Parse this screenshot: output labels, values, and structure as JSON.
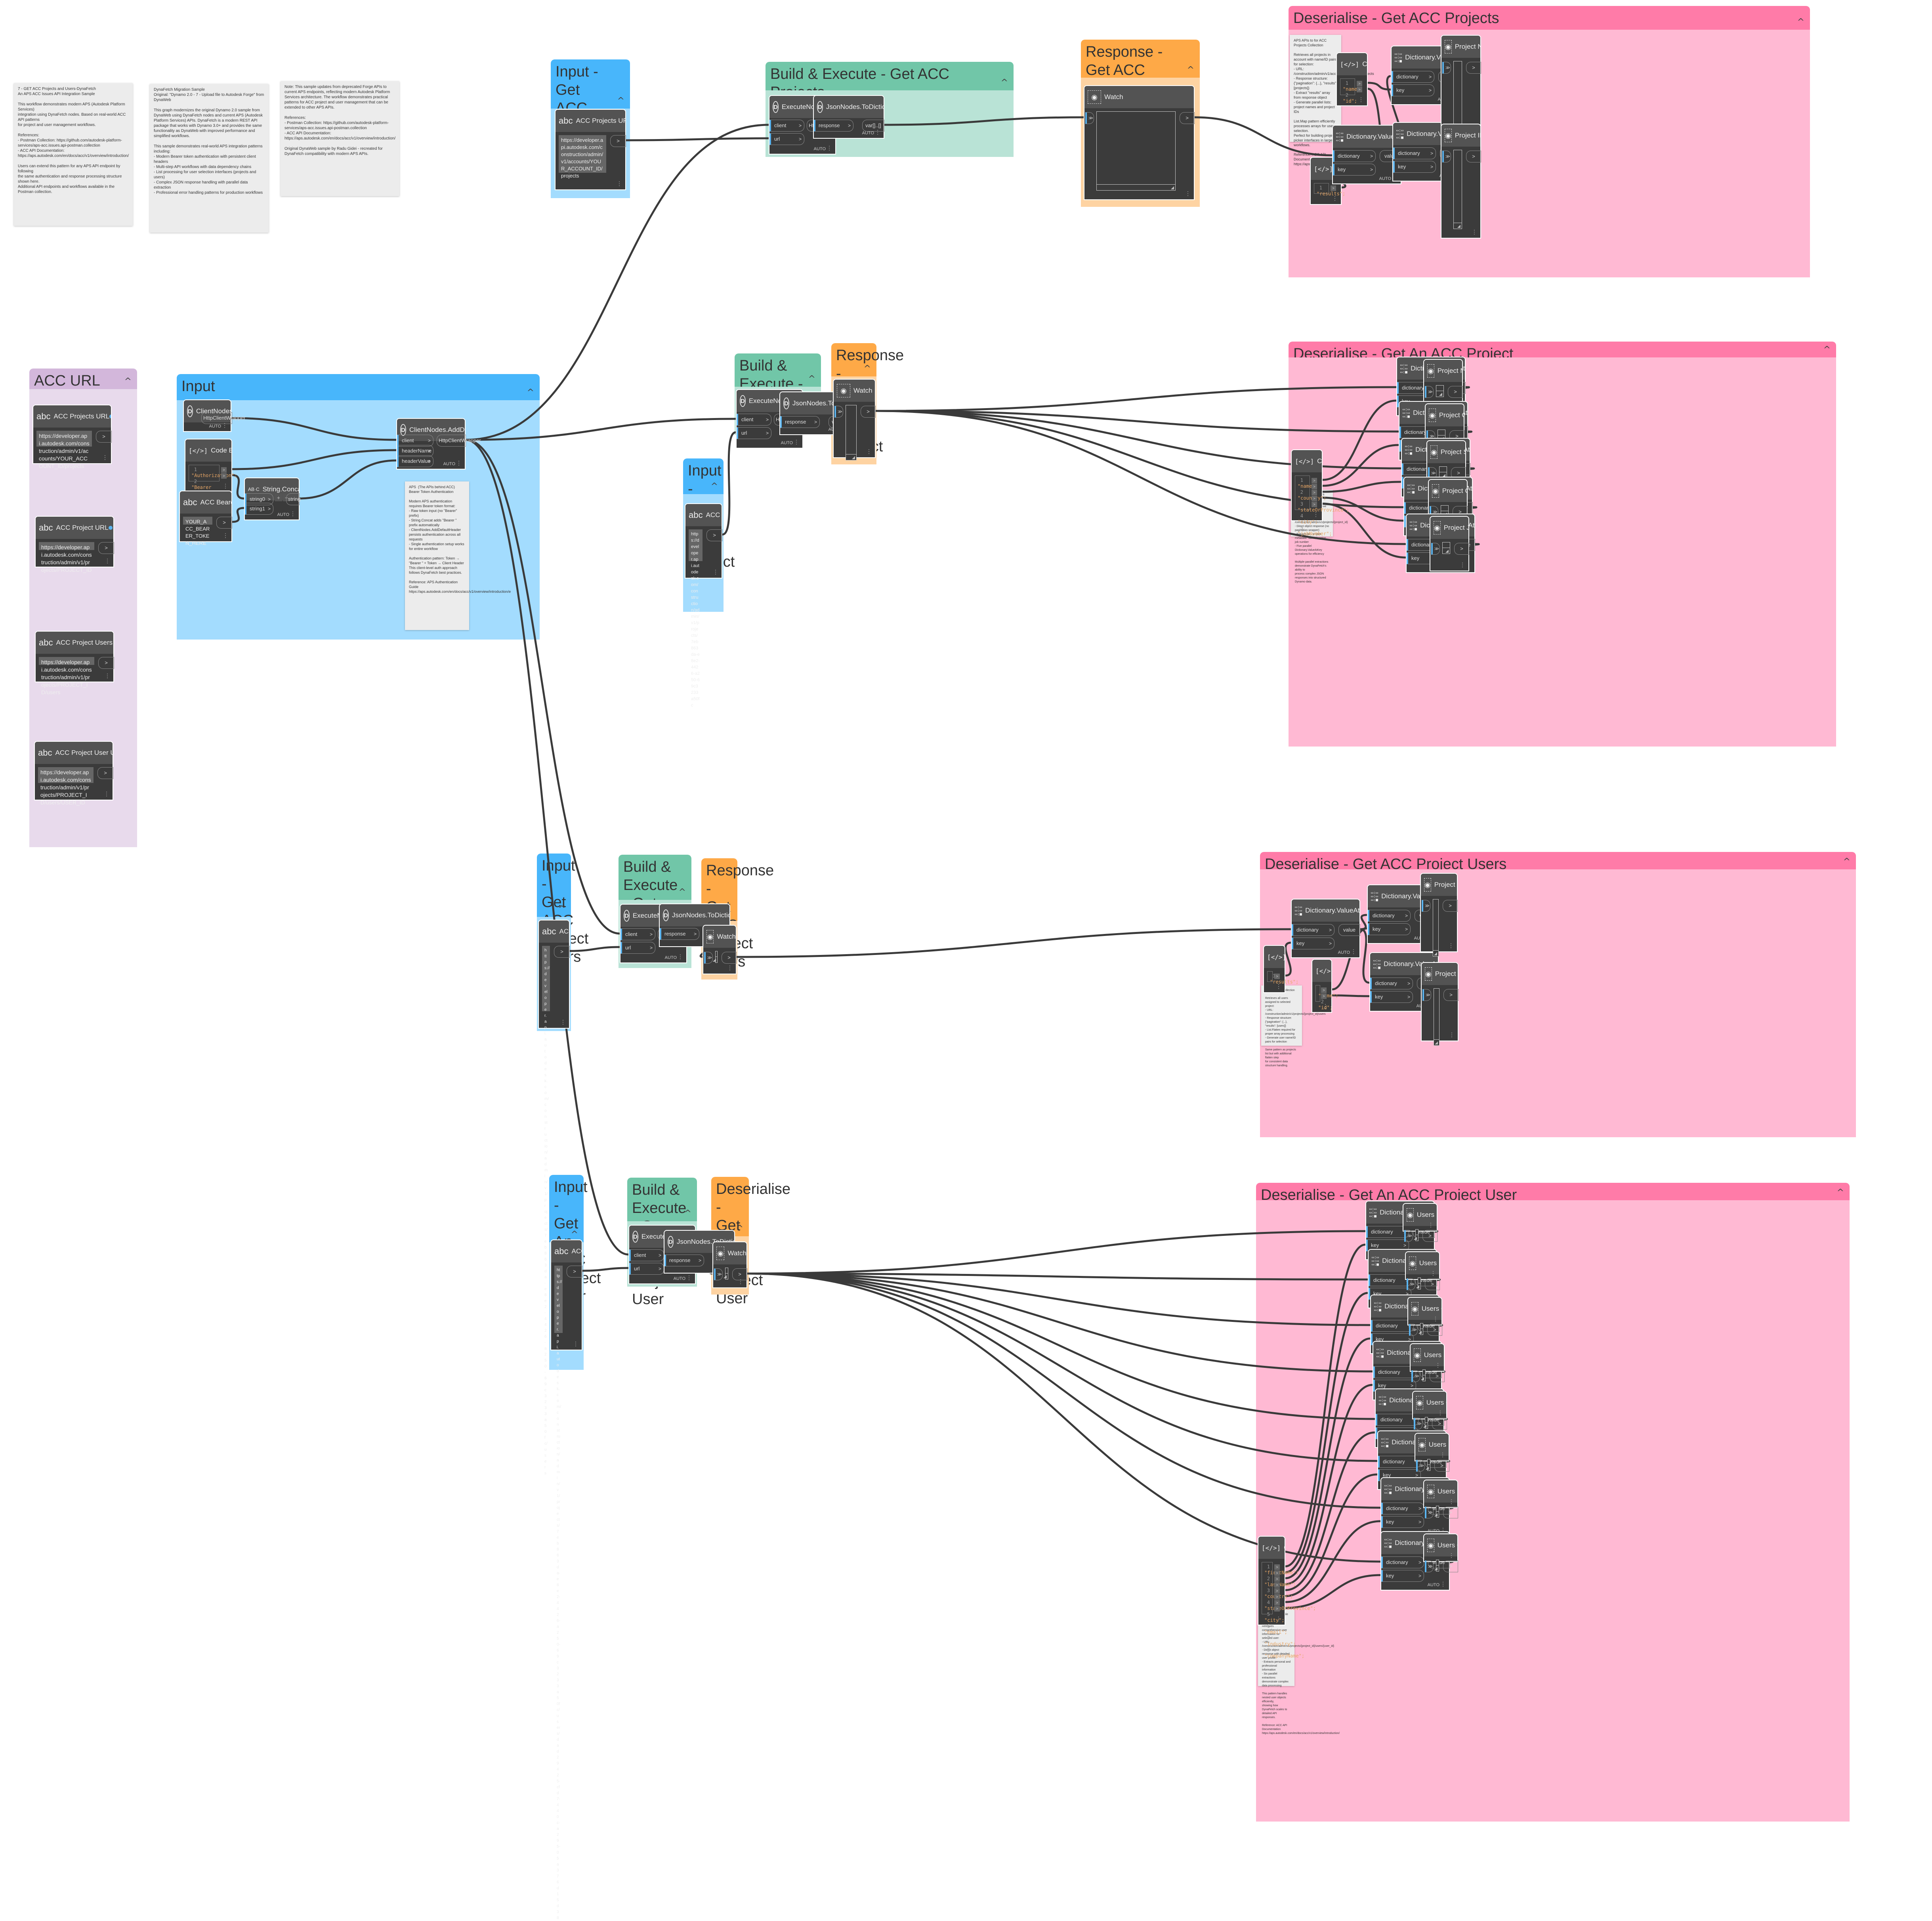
{
  "canvas": {
    "title": "7 - GET ACC Projects and Users-DynaFetch"
  },
  "colors": {
    "group_blue_head": "#48b6fb",
    "group_blue_body": "#a3dcfe",
    "group_green_head": "#71c6a8",
    "group_green_body": "#b9e3d6",
    "group_orange_head": "#fea947",
    "group_orange_body": "#fed3a2",
    "group_pink_head": "#ff7ba8",
    "group_pink_body": "#ffb9d3",
    "group_purple_head": "#d3b7db",
    "group_purple_body": "#e8daec",
    "node_body": "#3b3b3b",
    "node_header": "#535353",
    "port_accent": "#5ab4f0",
    "code_string": "#e8a766",
    "note_bg": "#ececec",
    "wire": "#3a3a3a"
  },
  "notes": {
    "intro": "7 - GET ACC Projects and Users-DynaFetch\nAn APS ACC Issues API Integration Sample\n\nThis workflow demonstrates modern APS (Autodesk Platform Services)\nintegration using DynaFetch nodes. Based on real-world ACC API patterns\nfor project and user management workflows.\n\nReferences:\n- Postman Collection: https://github.com/autodesk-platform-services/aps-acc.issues.api-postman.collection\n- ACC API Documentation: https://aps.autodesk.com/en/docs/acc/v1/overview/introduction/\n\nUsers can extend this pattern for any APS API endpoint by following\nthe same authentication and response processing structure shown here.\nAdditional API endpoints and workflows available in the Postman collection.",
    "migration": "DynaFetch Migration Sample\nOriginal: \"Dynamo 2.0 - 7 - Upload file to Autodesk Forge\" from DynaWeb\n\nThis graph modernizes the original Dynamo 2.0 sample from DynaWeb using DynaFetch nodes and current APS (Autodesk Platform Services) APIs. DynaFetch is a modern REST API package that works with Dynamo 3.0+ and provides the same functionality as DynaWeb with improved performance and simplified workflows.\n\nThis sample demonstrates real-world APS integration patterns including:\n- Modern Bearer token authentication with persistent client headers\n- Multi-step API workflows with data dependency chains\n- List processing for user selection interfaces (projects and users)\n- Complex JSON response handling with parallel data extraction\n- Professional error handling patterns for production workflows",
    "forge_note": "Note: This sample updates from deprecated Forge APIs to current APS endpoints, reflecting modern Autodesk Platform Services architecture. The workflow demonstrates practical patterns for ACC project and user management that can be extended to other APS APIs.\n\nReferences:\n- Postman Collection: https://github.com/autodesk-platform-services/aps-acc.issues.api-postman.collection\n- ACC API Documentation: https://aps.autodesk.com/en/docs/acc/v1/overview/introduction/\n\nOriginal DynaWeb sample by Radu Gidei - recreated for DynaFetch compatibility with modern APS APIs.",
    "auth": "APS  (The APIs behind ACC) Bearer Token Authentication\n\nModern APS authentication requires Bearer token format:\n- Raw token input (no \"Bearer\" prefix)\n- String.Concat adds \"Bearer \" prefix automatically\n- ClientNodes.AddDefaultHeader persists authentication across all requests\n- Single authentication setup works for entire workflow\n\nAuthentication pattern: Token → \"Bearer \" + Token → Client Header\nThis client-level auth approach follows DynaFetch best practices.\n\nReference: APS Authentication Guide\nhttps://aps.autodesk.com/en/docs/acc/v1/overview/introduction/e",
    "projects": "APS APIs to for ACC Projects Collection\n\nRetrieves all projects in account with name/ID pairs for selection:\n- URL: /construction/admin/v1/accounts/{account}/projects\n- Response structure: {\"pagination\": {...}, \"results\": [projects]}\n- Extract \"results\" array from response object\n- Generate parallel lists: project names and project IDs\n\nList.Map pattern efficiently processes arrays for user selection.\nPerfect for building project picker interfaces in larger workflows.\n\nReference: ACC API Documentation\nhttps://aps.autodesk.com/en/docs/acc/v1/overview/introduction/",
    "project": "Selected Project Details Extraction\n\nRetrieves comprehensive project information for selected project:\n- URL: /construction/admin/v1/projects/{project_id}\n- Direct object response (no pagination wrapper)\n- Extracts key project metadata: name, location, job number\n- Five parallel Dictionary.ValueAtKey operations for efficiency\n\nMultiple parallel extractions demonstrate DynaFetch's ability to\nprocess complex JSON responses into structured Dynamo data.",
    "users": "Project Users Collection\n\nRetrieves all users assigned to selected project:\n- URL: /construction/admin/v1/projects/{project_id}/users\n- Response structure: {\"pagination\": {...}, \"results\": [users]}\n- List.Flatten required for proper array processing\n- Generate user name/ID pairs for selection\n\nSame pattern as projects list but with additional flatten step\nfor consistent data structure handling.",
    "user": "Selected User Profile Details\n\nRetrieves comprehensive user information for selected user:\n- URL: /construction/admin/v1/projects/{project_id}/users/{user_id}\n- Direct object response with detailed user profile\n- Extracts personal and professional information\n- Six parallel extractions demonstrate complex data processing\n\nThis pattern handles nested user objects efficiently,\nshowing how DynaFetch scales to detailed API responses.\n\nReference: ACC API Documentation\nhttps://aps.autodesk.com/en/docs/acc/v1/overview/introduction/"
  },
  "groups": {
    "acc_url_calls": "ACC URL Calls",
    "input": "Input",
    "in_projects": "Input - Get ACC Projects",
    "be_projects": "Build & Execute - Get ACC Projects",
    "resp_projects": "Response - Get ACC Projects",
    "des_projects": "Deserialise - Get ACC Projects",
    "in_project": "Input - Get An ACC Project",
    "be_project": "Build & Execute - Get An ACC Project",
    "resp_project": "Response - Get An ACC Project",
    "des_project": "Deserialise - Get An ACC Project",
    "in_users": "Input - Get ACC Project Users",
    "be_users": "Build & Execute - Get ACC Project Users",
    "resp_users": "Response - Get ACC Project Users",
    "des_users": "Deserialise - Get ACC Project Users",
    "in_user": "Input - Get An ACC Project User",
    "be_user": "Build & Execute - Get An ACC Project User",
    "resp_user": "Deserialise - Get An ACC Project User",
    "des_user": "Deserialise - Get An ACC Project User"
  },
  "labels": {
    "auto": "AUTO",
    "client": "client",
    "url": "url",
    "response": "response",
    "httpresponse": "HttpResponse",
    "var": "var[]..[]",
    "dictionary": "dictionary",
    "key": "key",
    "value": "value",
    "headerName": "headerName",
    "headerValue": "headerValue",
    "httpclientwrapper": "HttpClientWrapper",
    "string0": "string0",
    "string1": "string1",
    "string": "string",
    "execute_get": "ExecuteNodes.GET",
    "to_dict": "JsonNodes.ToDictionary",
    "dict_vak": "Dictionary.ValueAtKey",
    "code_block": "Code Block",
    "watch": "Watch",
    "client_create": "ClientNodes.Create",
    "add_header": "ClientNodes.AddDefaultHeader",
    "string_concat": "String.Concat",
    "chev": ">",
    "plus": "+",
    "minus": "−"
  },
  "strings": {
    "acc_projects_url": {
      "title": "ACC Projects URL",
      "value": "https://developer.api.autodesk.com/construction/admin/v1/accounts/YOUR_ACCOUNT_ID/projects"
    },
    "acc_project_url": {
      "title": "ACC Project URL",
      "value": "https://developer.api.autodesk.com/construction/admin/v1/projects/PROJECT_ID"
    },
    "acc_project_users_url": {
      "title": "ACC Project Users URL",
      "value": "https://developer.api.autodesk.com/construction/admin/v1/projects/PROJECT_ID/users"
    },
    "acc_project_user_url": {
      "title": "ACC Project User URL",
      "value": "https://developer.api.autodesk.com/construction/admin/v1/projects/PROJECT_ID/users/USER_ID"
    },
    "bearer_token": {
      "title": "ACC Bearer Token",
      "value": "YOUR_ACC_BEARER_TOKEN_HERE"
    },
    "in_projects_url": {
      "title": "ACC Projects URL",
      "value": "https://developer.api.autodesk.com/construction/admin/v1/accounts/YOUR_ACCOUNT_ID/projects"
    },
    "in_project_url": {
      "title": "ACC Project URL",
      "value": "https://developer.api.autodesk.com/construction/admin/v1/projects/7eb863da-e8e2-4426-a250-69c3233a50fc"
    },
    "in_users_url": {
      "title": "ACC Project Users URL",
      "value": "https://developer.api.autodesk.com/construction/admin/v1/projects/7eb863da-e8e2-4426-a250-69c3233a50fc/users"
    },
    "in_user_url": {
      "title": "ACC Project Users URL",
      "value": "https://developer.api.autodesk.com/construction/admin/v1/projects/7eb863da-e8e2-4426-a250-69c3233a50fc/users/dad29425-cfd7-440c-a295-05a376d15d38"
    }
  },
  "code": {
    "auth": [
      "\"Authorization\";",
      "\"Bearer \";"
    ],
    "proj_keys": [
      "\"name\";",
      "\"id\";"
    ],
    "results": [
      "\"results\";"
    ],
    "project_keys": [
      "\"name\";",
      "\"country\";",
      "\"stateOrProvince\";",
      "\"city\";",
      "\"jobNumber\";"
    ],
    "users_results": [
      "\"results\";"
    ],
    "users_keys": [
      "\"name\";",
      "\"id\";"
    ],
    "user_keys": [
      "\"firstName\";",
      "\"lastName\";",
      "\"country\";",
      "\"stateOrProvince\";",
      "\"city\";",
      "\"email\";",
      "\"industry\";",
      "\"companyName\";"
    ]
  },
  "watches": {
    "project_names": "Project Names",
    "project_ids": "Project IDs",
    "project_name": "Project Name",
    "project_country": "Project Country",
    "project_state": "Project State or Province",
    "project_city": "Project City",
    "project_job": "Project Job Number",
    "users_names": "Project Users Names",
    "users_ids": "Project Users IDs",
    "u_first": "Users First Name",
    "u_last": "Users Last Name",
    "u_country": "Users Country",
    "u_state": "Users State or Procvince",
    "u_city": "Users City",
    "u_email": "Users Email",
    "u_industry": "Users Industry",
    "u_company": "Users Company Name"
  }
}
